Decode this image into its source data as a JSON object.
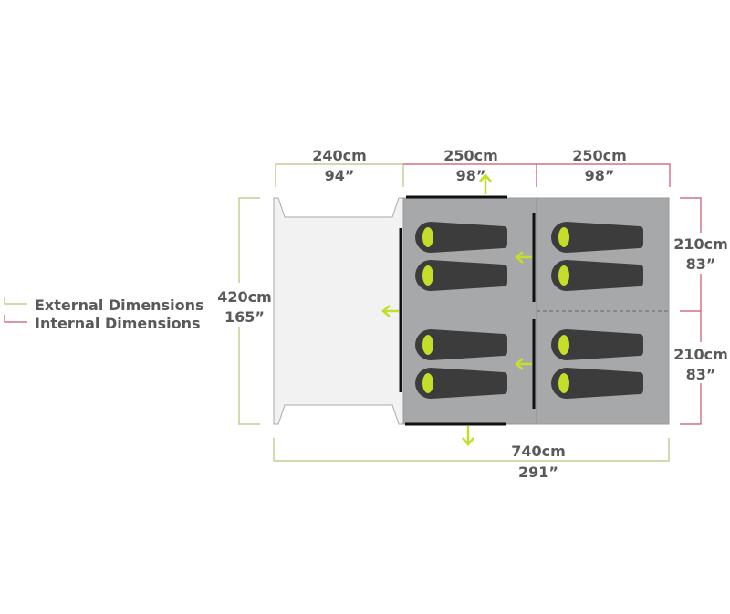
{
  "legend": {
    "external": "External Dimensions",
    "internal": "Internal Dimensions"
  },
  "dimensions": {
    "porch_width_cm": "240cm",
    "porch_width_in": "94”",
    "room1_width_cm": "250cm",
    "room1_width_in": "98”",
    "room2_width_cm": "250cm",
    "room2_width_in": "98”",
    "height_cm": "420cm",
    "height_in": "165”",
    "bedroom_top_cm": "210cm",
    "bedroom_top_in": "83”",
    "bedroom_bottom_cm": "210cm",
    "bedroom_bottom_in": "83”",
    "total_length_cm": "740cm",
    "total_length_in": "291”"
  },
  "colors": {
    "external": "#b5c47a",
    "internal": "#c8566a",
    "accent": "#c4de2a",
    "floor": "#a7a8aa",
    "bag": "#3c3c3c"
  }
}
